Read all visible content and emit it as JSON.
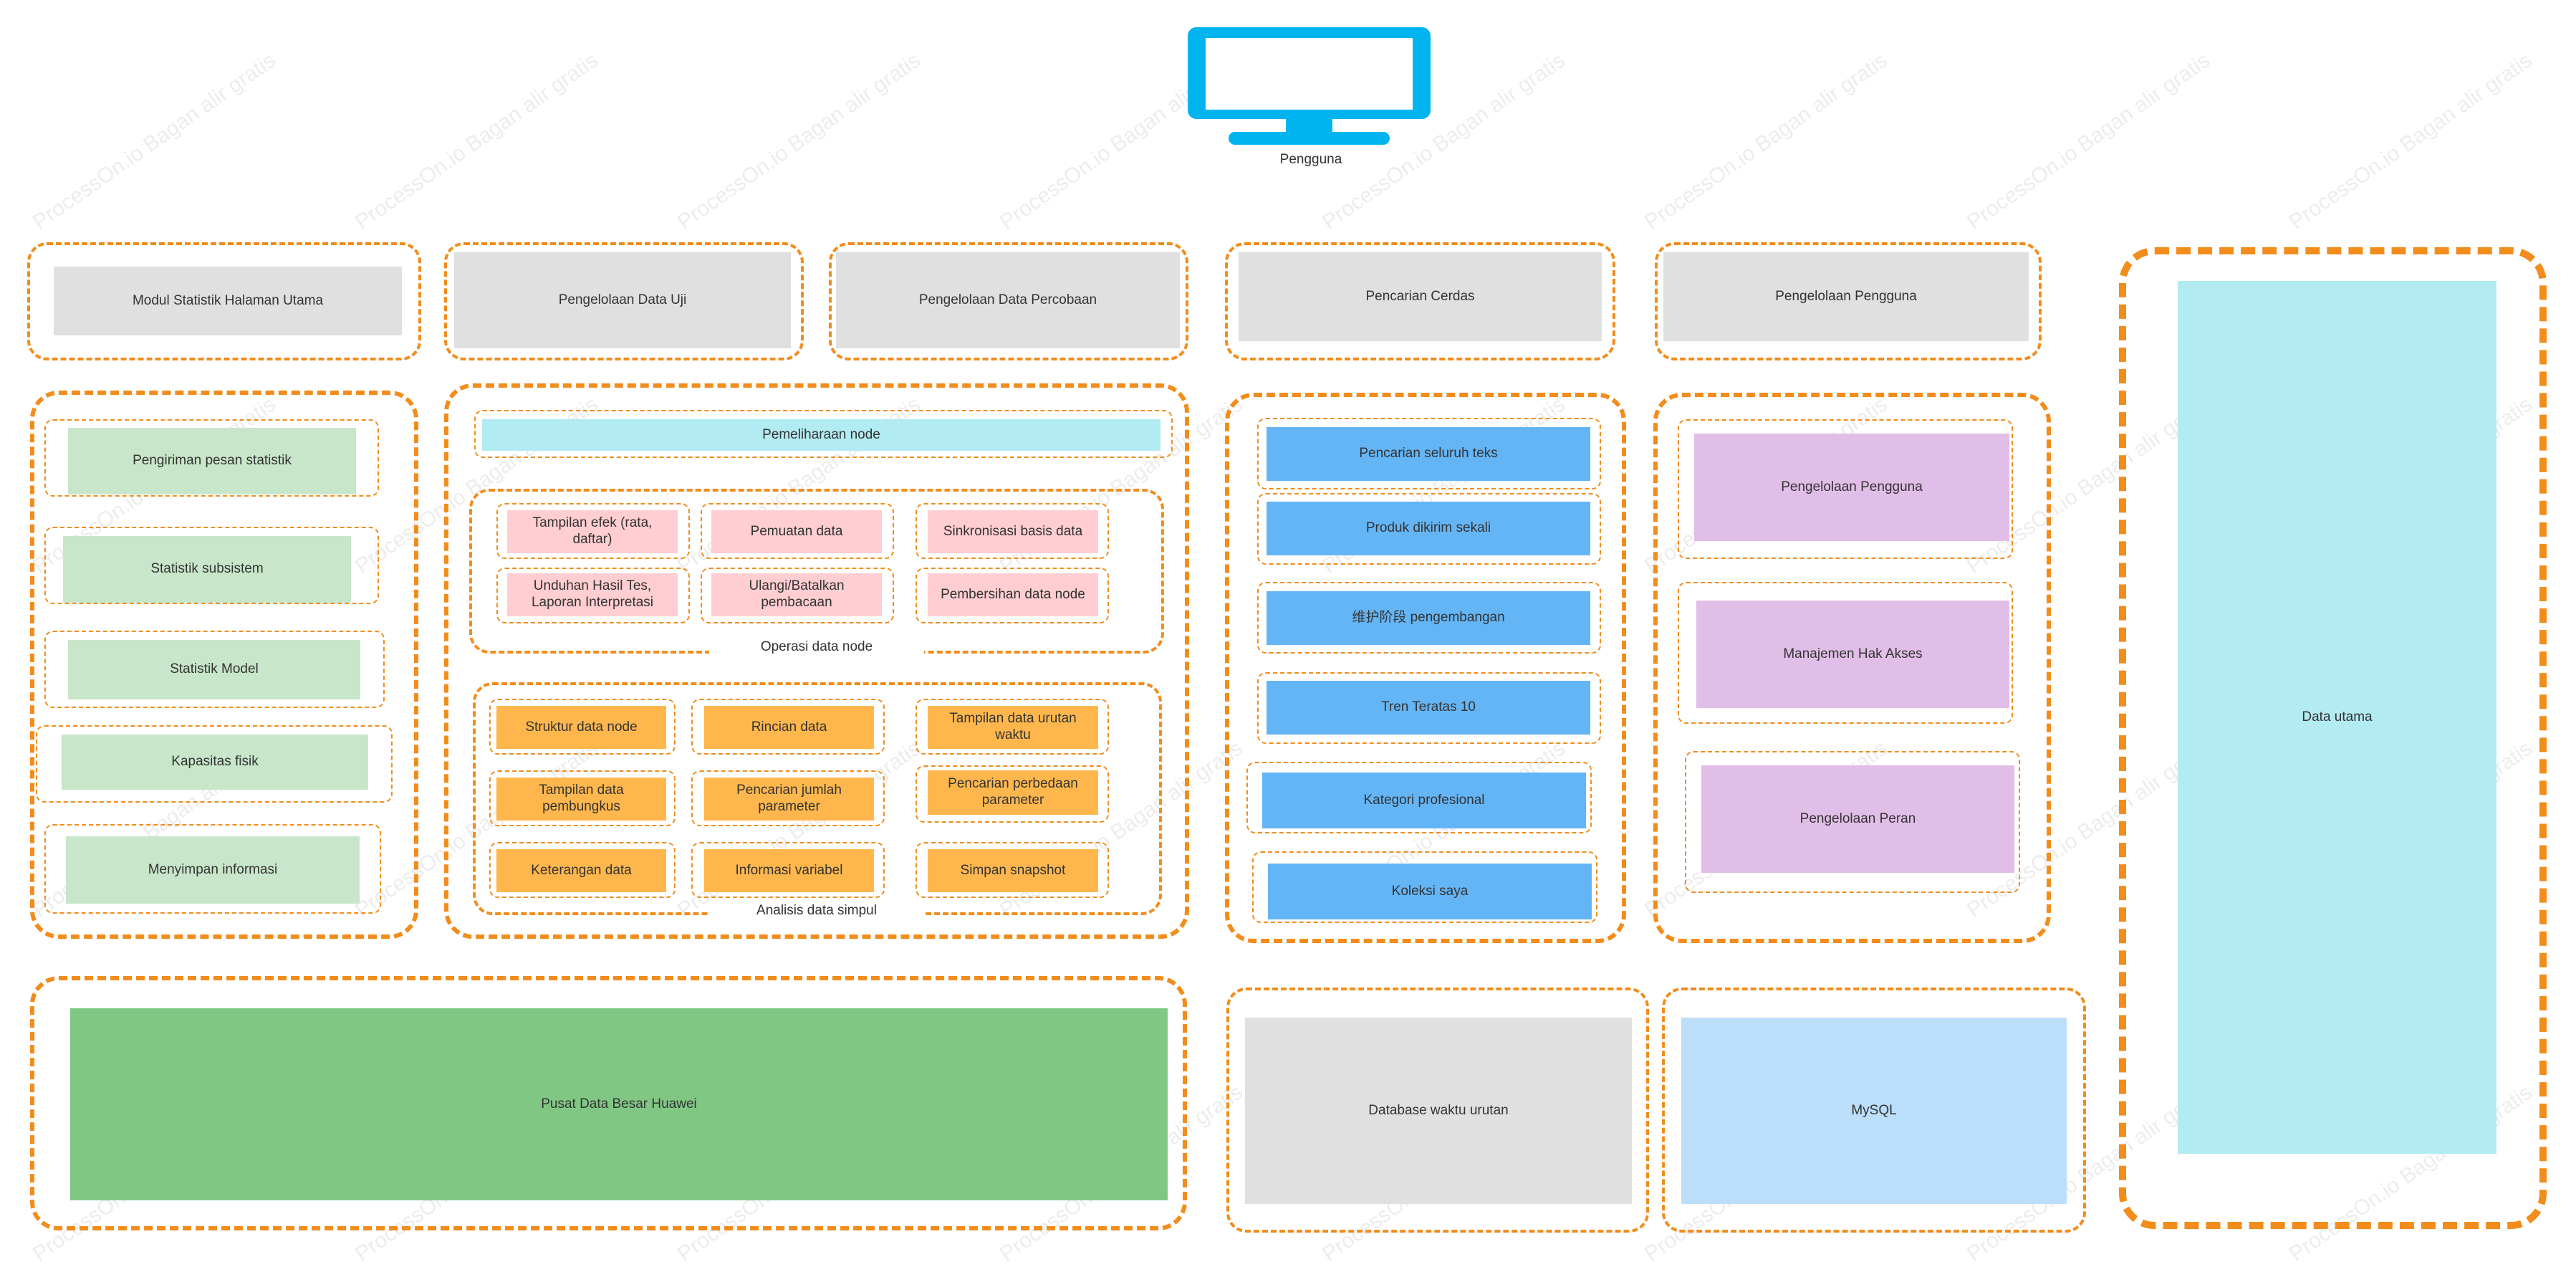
{
  "user": {
    "label": "Pengguna"
  },
  "watermark": "ProcessOn.io Bagan alir gratis",
  "top_row": {
    "stat_home": "Modul Statistik Halaman Utama",
    "test_data": "Pengelolaan Data Uji",
    "experiment_data": "Pengelolaan Data Percobaan",
    "smart_search": "Pencarian Cerdas",
    "user_mgmt": "Pengelolaan Pengguna"
  },
  "stats": [
    "Pengiriman pesan statistik",
    "Statistik subsistem",
    "Statistik Model",
    "Kapasitas fisik",
    "Menyimpan informasi"
  ],
  "node_maintenance": "Pemeliharaan node",
  "node_ops": {
    "caption": "Operasi data node",
    "items": [
      "Tampilan efek (rata, daftar)",
      "Pemuatan data",
      "Sinkronisasi basis data",
      "Unduhan Hasil Tes, Laporan Interpretasi",
      "Ulangi/Batalkan pembacaan",
      "Pembersihan data node"
    ]
  },
  "analysis": {
    "caption": "Analisis data simpul",
    "items": [
      "Struktur data node",
      "Rincian data",
      "Tampilan data urutan waktu",
      "Tampilan data pembungkus",
      "Pencarian jumlah parameter",
      "Pencarian perbedaan parameter",
      "Keterangan data",
      "Informasi variabel",
      "Simpan snapshot"
    ]
  },
  "search": [
    "Pencarian seluruh teks",
    "Produk dikirim sekali",
    "维护阶段 pengembangan",
    "Tren Teratas 10",
    "Kategori profesional",
    "Koleksi saya"
  ],
  "users": [
    "Pengelolaan Pengguna",
    "Manajemen Hak Akses",
    "Pengelolaan Peran"
  ],
  "main_data": "Data utama",
  "bottom": {
    "huawei": "Pusat Data Besar Huawei",
    "tsdb": "Database waktu urutan",
    "mysql": "MySQL"
  },
  "colors": {
    "dash": "#f28c1b",
    "monitor": "#00b4ef",
    "gray": "#e0e0e0",
    "green_light": "#c8e6c9",
    "cyan": "#b2ebf2",
    "pink": "#ffcdd2",
    "orange": "#ffb74d",
    "blue": "#64b5f6",
    "purple": "#e1bee7",
    "green_dark": "#81c784",
    "blue_light": "#bbdefb"
  }
}
